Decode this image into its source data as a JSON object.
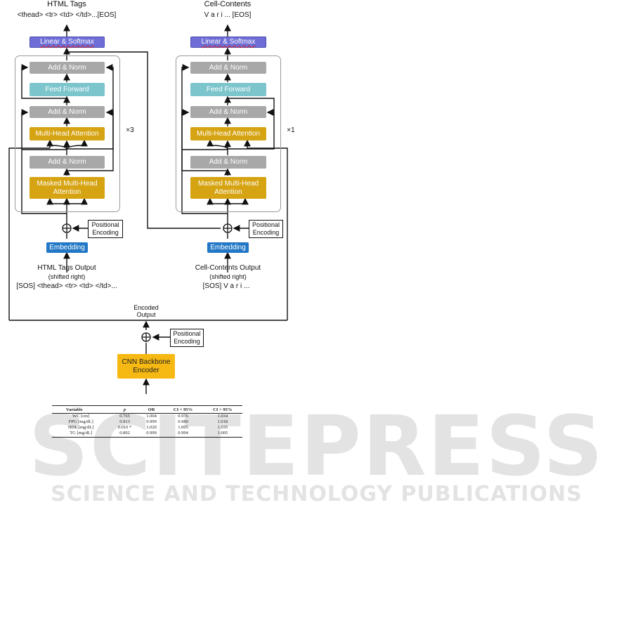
{
  "watermark": {
    "brand": "SCITEPRESS",
    "tagline": "SCIENCE AND TECHNOLOGY PUBLICATIONS"
  },
  "left_decoder": {
    "output_title": "HTML Tags",
    "output_sequence": "<thead> <tr> <td> </td>...[EOS]",
    "linear_softmax": "Linear & Softmax",
    "add_norm": "Add & Norm",
    "feed_forward": "Feed Forward",
    "multi_head_attention": "Multi-Head Attention",
    "masked_line1": "Masked Multi-Head",
    "masked_line2": "Attention",
    "repeat": "×3",
    "positional_line1": "Positional",
    "positional_line2": "Encoding",
    "embedding": "Embedding",
    "input_title": "HTML Tags Output",
    "input_subtitle": "(shifted right)",
    "input_sequence": "[SOS] <thead> <tr> <td> </td>..."
  },
  "right_decoder": {
    "output_title": "Cell-Contents",
    "output_sequence": "V a r i   ... [EOS]",
    "linear_softmax": "Linear & Softmax",
    "add_norm": "Add & Norm",
    "feed_forward": "Feed Forward",
    "multi_head_attention": "Multi-Head Attention",
    "masked_line1": "Masked Multi-Head",
    "masked_line2": "Attention",
    "repeat": "×1",
    "positional_line1": "Positional",
    "positional_line2": "Encoding",
    "embedding": "Embedding",
    "input_title": "Cell-Contents Output",
    "input_subtitle": "(shifted right)",
    "input_sequence": "[SOS] V a r i   ..."
  },
  "encoder": {
    "encoded_line1": "Encoded",
    "encoded_line2": "Output",
    "positional_line1": "Positional",
    "positional_line2": "Encoding",
    "cnn_line1": "CNN Backbone",
    "cnn_line2": "Encoder"
  },
  "input_table": {
    "headers": [
      "Variable",
      "p",
      "OR",
      "CI < 95%",
      "CI > 95%"
    ],
    "rows": [
      [
        "WC [cm]",
        "0.765",
        "1.004",
        "0.976",
        "1.034"
      ],
      [
        "FPG [mg/dL]",
        "0.913",
        "0.999",
        "0.980",
        "1.018"
      ],
      [
        "HDL [mg/dL]",
        "0.010 *",
        "1.020",
        "1.005",
        "1.035"
      ],
      [
        "TG [mg/dL]",
        "0.802",
        "0.999",
        "0.994",
        "1.005"
      ]
    ]
  }
}
